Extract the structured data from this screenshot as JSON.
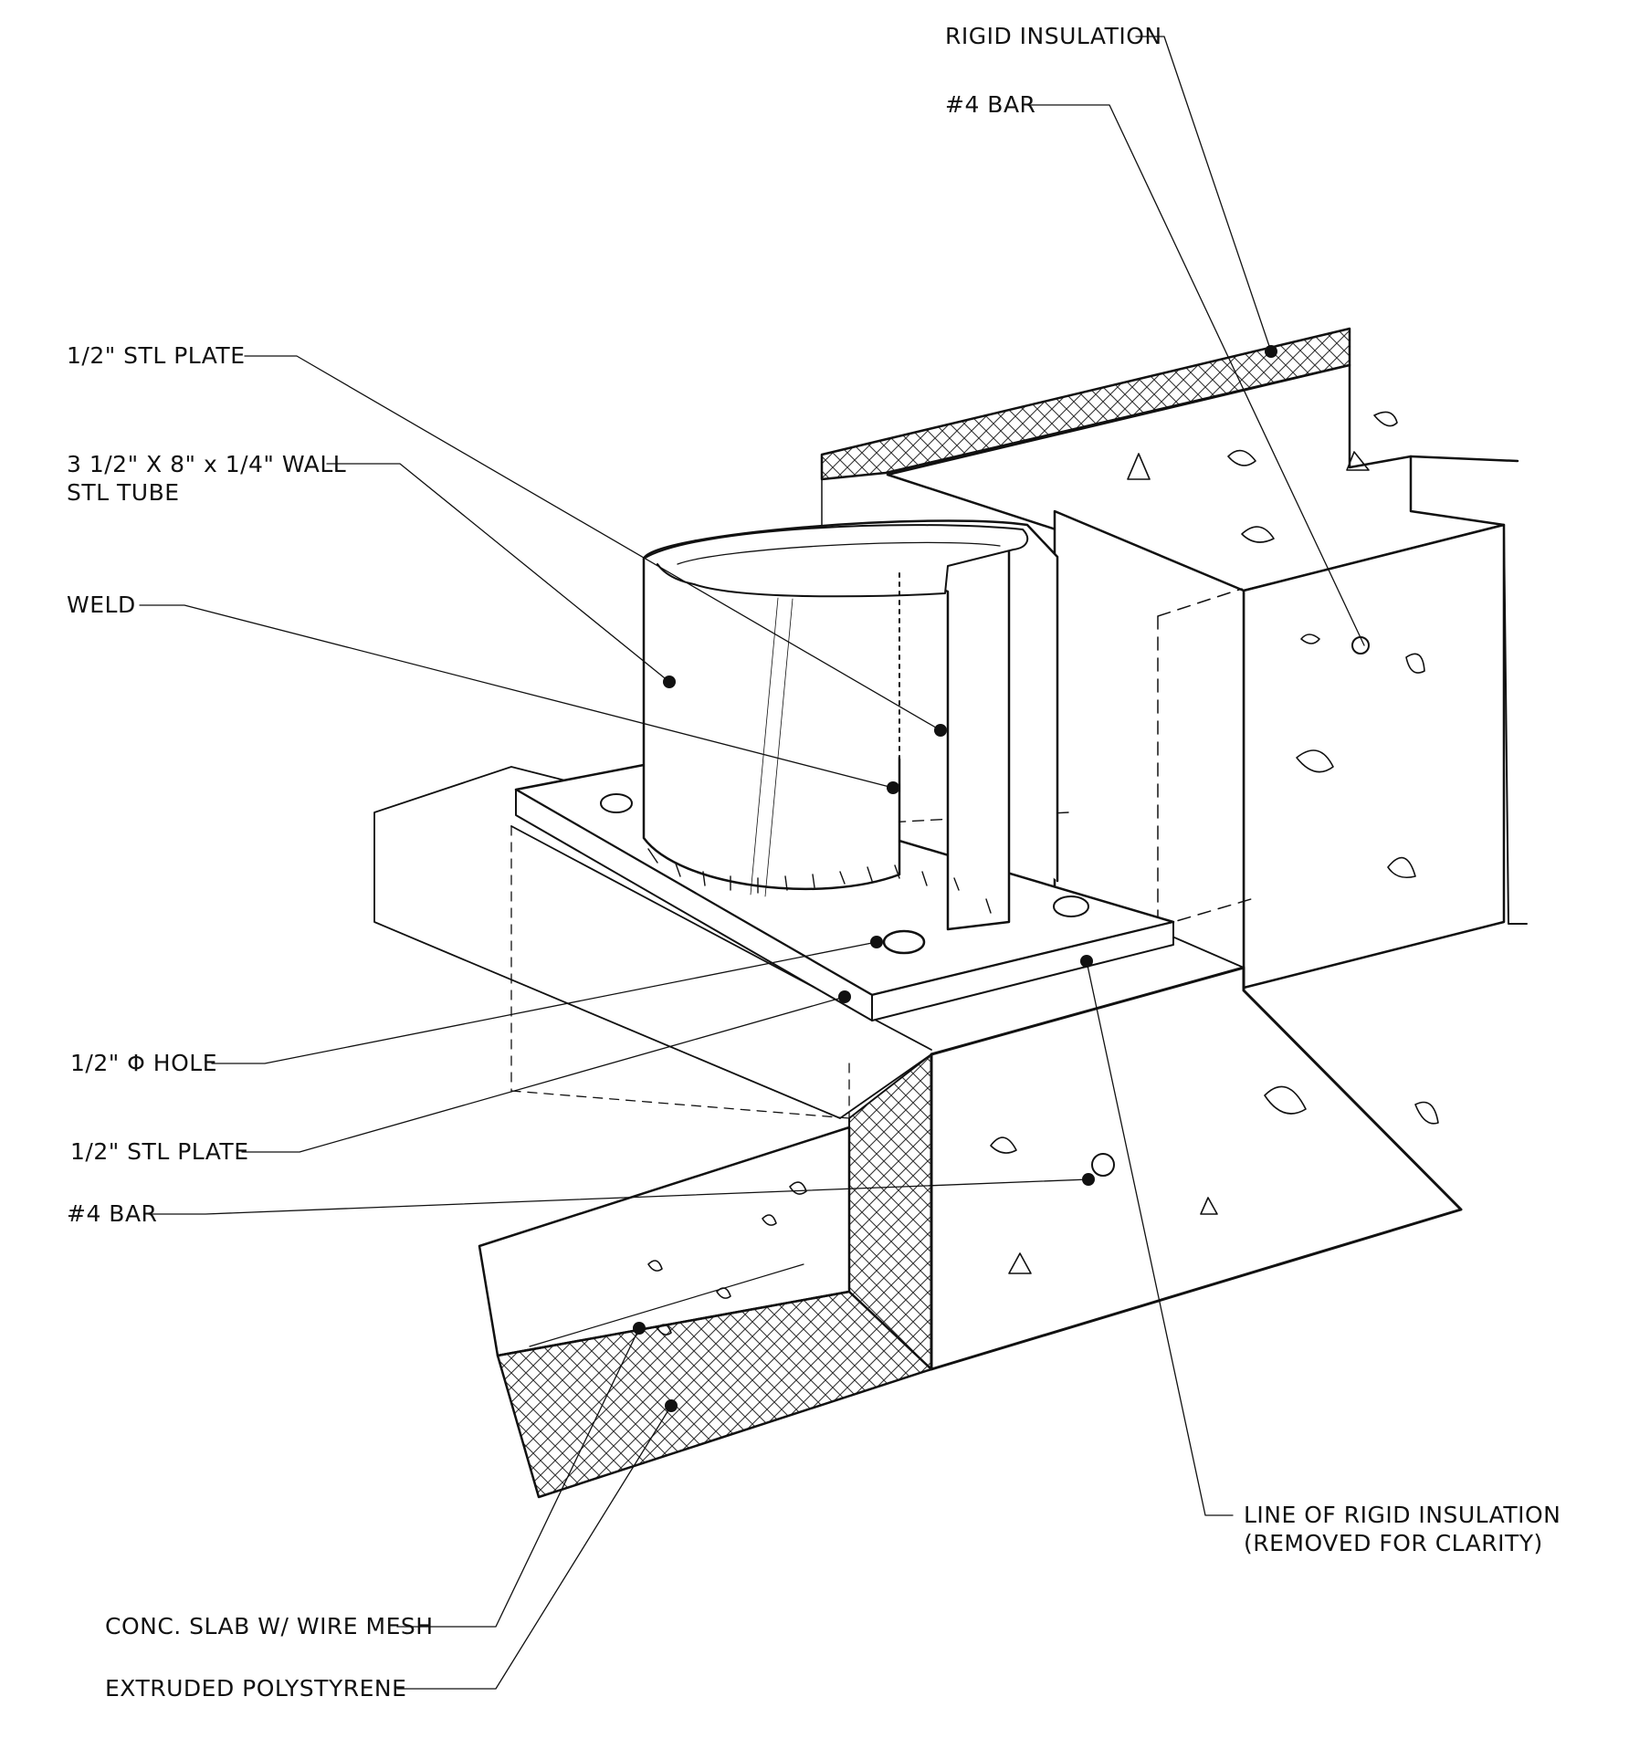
{
  "colors": {
    "ink": "#111111",
    "paper": "#ffffff",
    "hatch": "#333333"
  },
  "labels": {
    "rigid_insulation": "RIGID INSULATION",
    "bar_top": "#4 BAR",
    "stl_plate_top": "1/2\" STL PLATE",
    "stl_tube_line1": "3 1/2\" X 8\" x 1/4\" WALL",
    "stl_tube_line2": "STL TUBE",
    "weld": "WELD",
    "hole": "1/2\" Φ HOLE",
    "stl_plate_bottom": "1/2\" STL PLATE",
    "bar_bottom": "#4 BAR",
    "line_rigid_line1": "LINE OF RIGID INSULATION",
    "line_rigid_line2": "(REMOVED FOR CLARITY)",
    "conc_slab": "CONC. SLAB W/ WIRE MESH",
    "extruded": "EXTRUDED POLYSTYRENE"
  }
}
